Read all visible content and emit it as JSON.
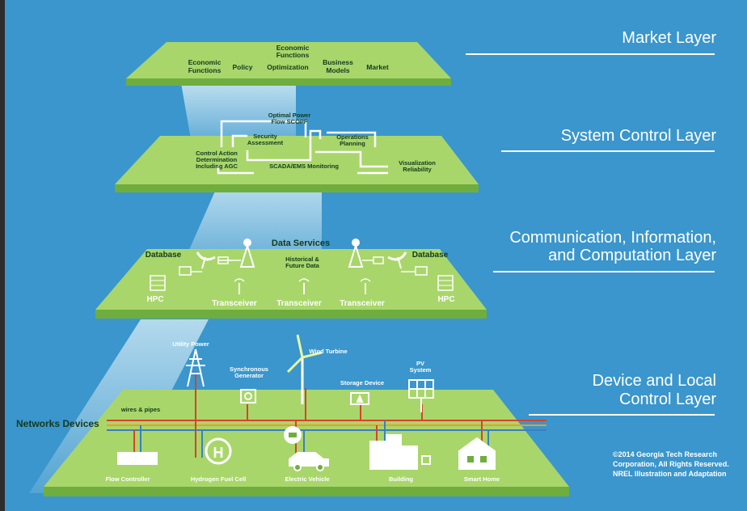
{
  "layers": {
    "market": "Market Layer",
    "system_control": "System Control Layer",
    "communication_line1": "Communication, Information,",
    "communication_line2": "and Computation Layer",
    "device_line1": "Device and Local",
    "device_line2": "Control Layer"
  },
  "market": {
    "economic_functions_top": [
      "Economic",
      "Functions"
    ],
    "economic_functions": [
      "Economic",
      "Functions"
    ],
    "policy": "Policy",
    "optimization": "Optimization",
    "business_models": [
      "Business",
      "Models"
    ],
    "market": "Market"
  },
  "system_control": {
    "optimal_power_flow": [
      "Optimal Power",
      "Flow SCOPF"
    ],
    "security_assessment": [
      "Security",
      "Assessment"
    ],
    "operations_planning": [
      "Operations",
      "Planning"
    ],
    "control_action": [
      "Control Action",
      "Determination",
      "Including AGC"
    ],
    "scada": "SCADA/EMS Monitoring",
    "visualization": [
      "Visualization",
      "Reliability"
    ]
  },
  "communication": {
    "data_services": "Data Services",
    "historical": [
      "Historical &",
      "Future Data"
    ],
    "database_left": "Database",
    "database_right": "Database",
    "hpc_left": "HPC",
    "hpc_right": "HPC",
    "transceivers": [
      "Transceiver",
      "Transceiver",
      "Transceiver"
    ]
  },
  "device": {
    "networks_devices": "Networks Devices",
    "utility_power": "Utility Power",
    "wires_pipes": "wires & pipes",
    "synchronous_generator": [
      "Synchronous",
      "Generator"
    ],
    "wind_turbine": "Wind Turbine",
    "storage_device": "Storage Device",
    "pv_system": [
      "PV",
      "System"
    ],
    "flow_controller": "Flow Controller",
    "hydrogen": "Hydrogen Fuel Cell",
    "h2_symbol": "H",
    "electric_vehicle": "Electric Vehicle",
    "building": "Building",
    "smart_home": "Smart Home"
  },
  "copyright": [
    "©2014 Georgia Tech Research",
    "Corporation, All Rights Reserved.",
    "NREL Illustration and Adaptation"
  ],
  "colors": {
    "background": "#3a96cc",
    "plate_top": "#a9d66a",
    "plate_edge": "#6fae3e",
    "wire_red": "#d9422b",
    "wire_orange": "#f09a2c",
    "wire_blue": "#3b7fc2"
  }
}
